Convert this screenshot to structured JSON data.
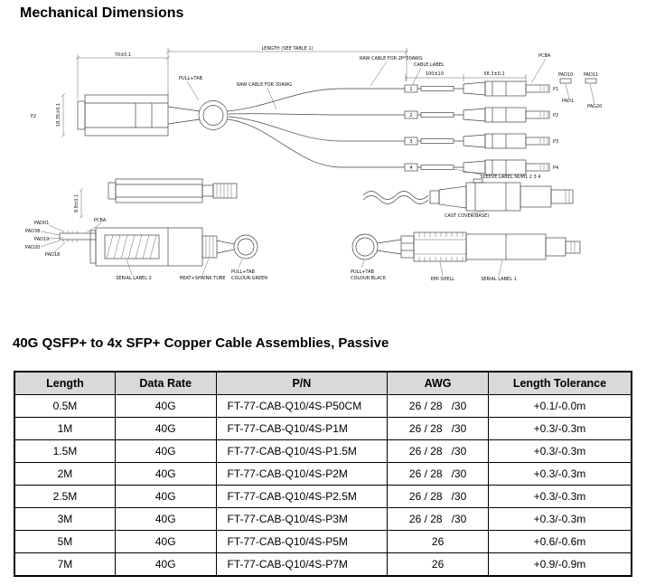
{
  "page": {
    "title": "Mechanical Dimensions",
    "table_title": "40G QSFP+ to 4x SFP+ Copper Cable Assemblies, Passive"
  },
  "drawing": {
    "top": {
      "dim_connector_len": "70±0.1",
      "dim_length": "LENGTH (SEE TABLE 1)",
      "dim_connector_width": "18.35±0.1",
      "qsfp_label": "P2",
      "pull_tab": "PULL+TAB",
      "raw_cable": "RAW CABLE FOR 30AWG",
      "raw_cable_2p": "RAW CABLE FOR 2P*30AWG",
      "cable_label": "CABLE LABEL",
      "dim_leg": "100±10",
      "dim_sfp_len": "58.3±0.1",
      "pcba": "PCBA",
      "pad10": "PAD10",
      "pad11": "PAD11",
      "pad1": "PAD1",
      "pag20": "PAG20",
      "sfp_labels": [
        "P1",
        "P2",
        "P3",
        "P4"
      ],
      "cable_numbers": [
        "1",
        "2",
        "3",
        "4"
      ],
      "sleeve_label": "SLEEVE LABEL NUM1 2 3 4"
    },
    "mid": {
      "cast_cover": "CAST COVER(BASE)"
    },
    "bottom_left": {
      "dim_height": "8.8±0.1",
      "pcba": "PCBA",
      "pad01": "PAD01",
      "pad38": "PAD38",
      "pad19": "PAD19",
      "pad20": "PAD20",
      "pad18": "PAD18",
      "serial_label": "SERIAL LABEL 2",
      "heat_shrink": "HEAT+SHRINK TUBE",
      "pull_tab": "PULL+TAB",
      "pull_tab_colour": "COLOUR:GREEN"
    },
    "bottom_right": {
      "pull_tab": "PULL+TAB",
      "pull_tab_colour": "COLOUR:BLACK",
      "emi_shell": "EMI SHELL",
      "serial_label": "SERIAL LABEL 1"
    }
  },
  "table": {
    "headers": [
      "Length",
      "Data Rate",
      "P/N",
      "AWG",
      "Length Tolerance"
    ],
    "rows": [
      [
        "0.5M",
        "40G",
        "FT-77-CAB-Q10/4S-P50CM",
        "26 / 28   /30",
        "+0.1/-0.0m"
      ],
      [
        "1M",
        "40G",
        "FT-77-CAB-Q10/4S-P1M",
        "26 / 28   /30",
        "+0.3/-0.3m"
      ],
      [
        "1.5M",
        "40G",
        "FT-77-CAB-Q10/4S-P1.5M",
        "26 / 28   /30",
        "+0.3/-0.3m"
      ],
      [
        "2M",
        "40G",
        "FT-77-CAB-Q10/4S-P2M",
        "26 / 28   /30",
        "+0.3/-0.3m"
      ],
      [
        "2.5M",
        "40G",
        "FT-77-CAB-Q10/4S-P2.5M",
        "26 / 28   /30",
        "+0.3/-0.3m"
      ],
      [
        "3M",
        "40G",
        "FT-77-CAB-Q10/4S-P3M",
        "26 / 28   /30",
        "+0.3/-0.3m"
      ],
      [
        "5M",
        "40G",
        "FT-77-CAB-Q10/4S-P5M",
        "26",
        "+0.6/-0.6m"
      ],
      [
        "7M",
        "40G",
        "FT-77-CAB-Q10/4S-P7M",
        "26",
        "+0.9/-0.9m"
      ]
    ]
  }
}
